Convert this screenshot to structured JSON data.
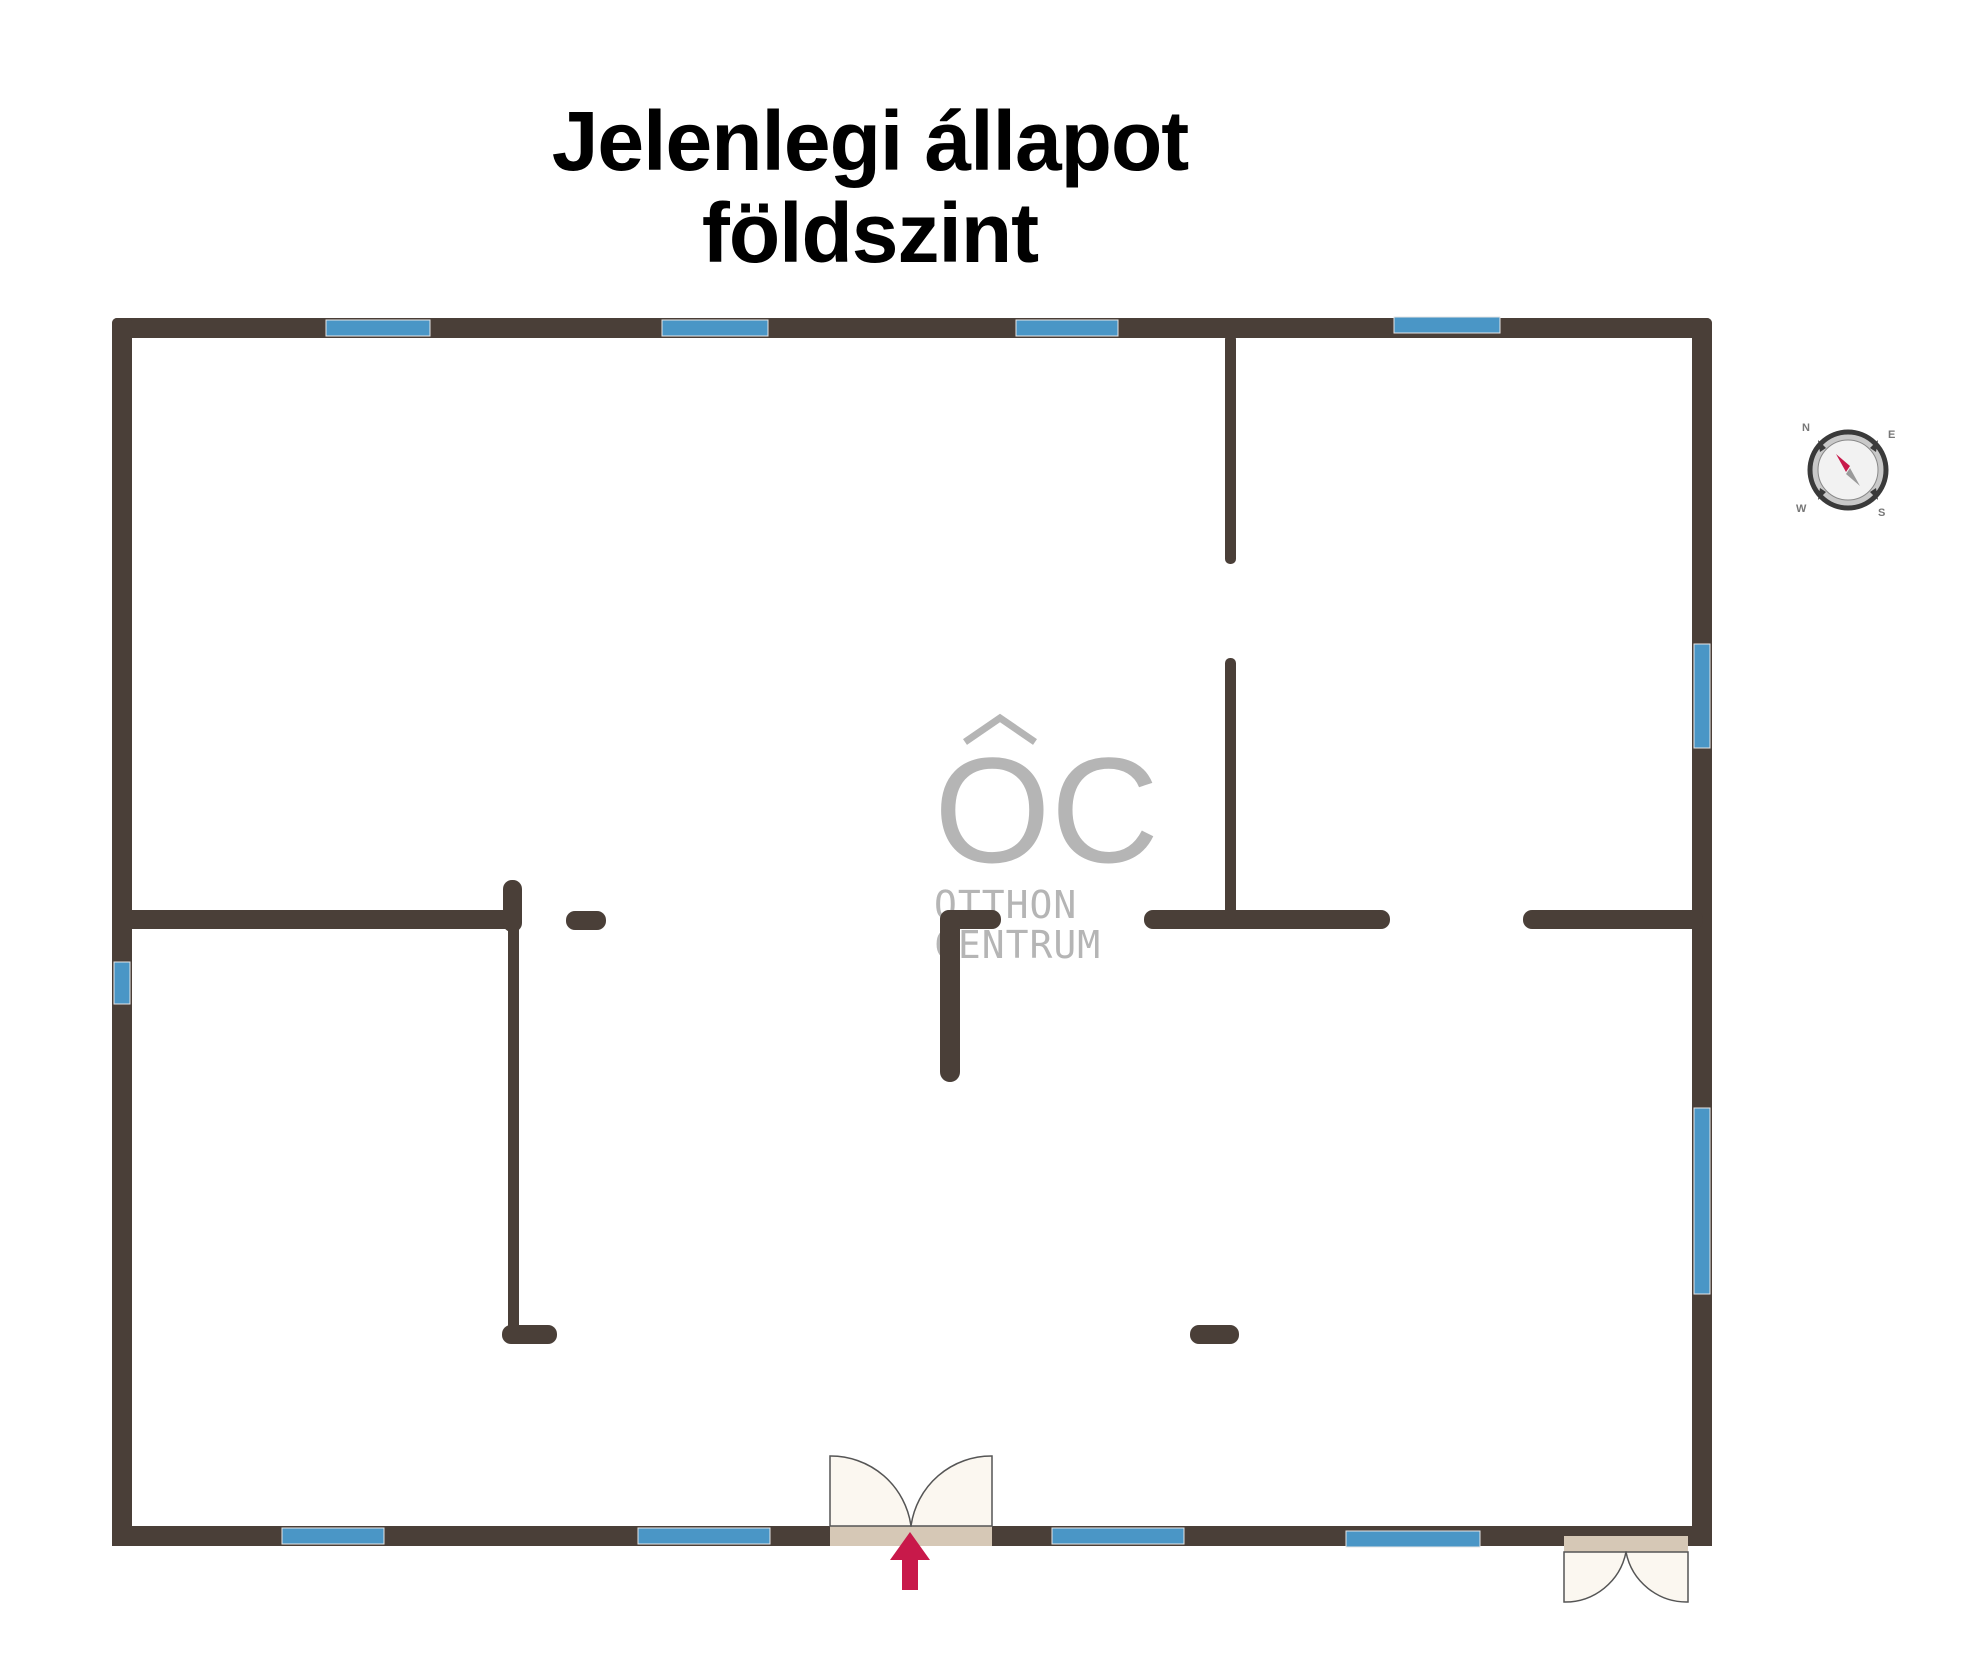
{
  "title": {
    "line1": "Jelenlegi állapot",
    "line2": "földszint"
  },
  "watermark": {
    "monogram": "OC",
    "line1": "OTTHON",
    "line2": "CENTRUM"
  },
  "compass": {
    "n": "N",
    "e": "E",
    "s": "S",
    "w": "W"
  },
  "colors": {
    "wall": "#4a3f38",
    "window": "#4a96c6",
    "door_fill": "#fbf7f0",
    "door_frame": "#d6c8b6",
    "entrance_arrow": "#c8194a",
    "watermark": "#b5b5b5"
  },
  "icons": {
    "entrance": "entrance-arrow-icon",
    "compass": "compass-icon"
  }
}
